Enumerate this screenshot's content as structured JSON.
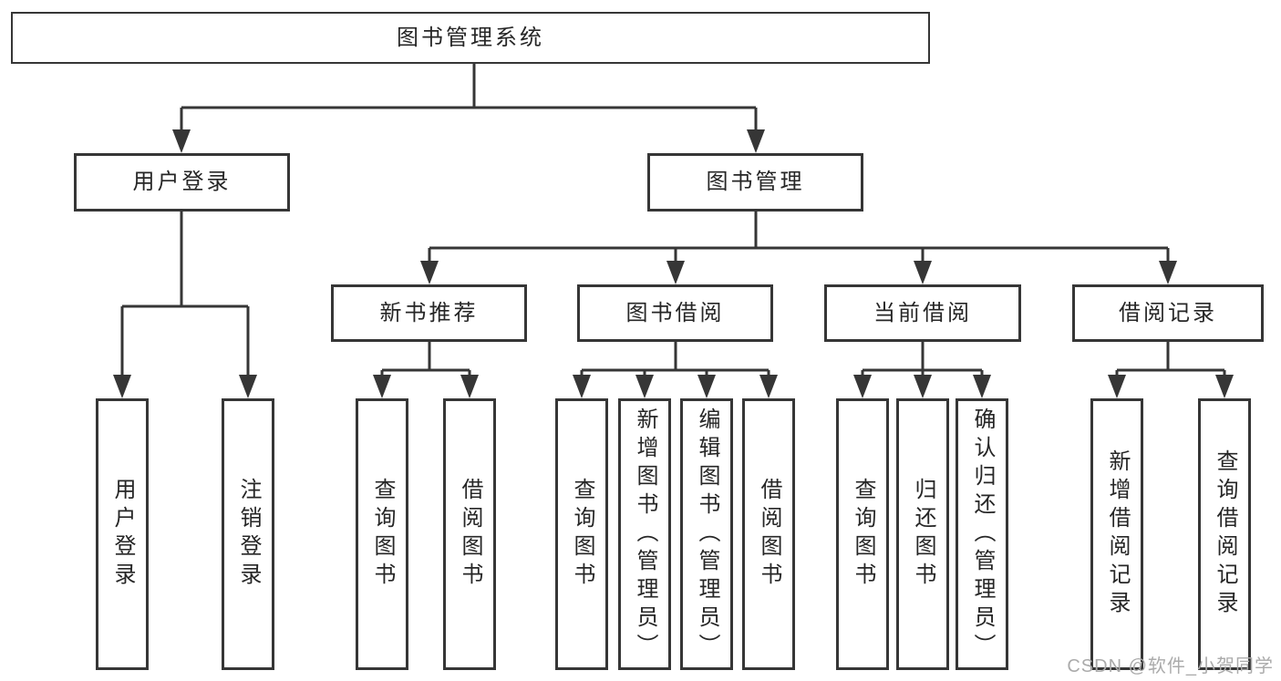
{
  "diagram": {
    "watermark": "CSDN @软件_小贺同学",
    "colors": {
      "line": "#363636",
      "box_border": "#363636",
      "text": "#262626",
      "background": "#ffffff",
      "watermark": "#ababab"
    },
    "root": {
      "label": "图书管理系统"
    },
    "branches": [
      {
        "label": "用户登录",
        "children": [
          {
            "label": "用户登录"
          },
          {
            "label": "注销登录"
          }
        ]
      },
      {
        "label": "图书管理",
        "children": [
          {
            "label": "新书推荐",
            "children": [
              {
                "label": "查询图书"
              },
              {
                "label": "借阅图书"
              }
            ]
          },
          {
            "label": "图书借阅",
            "children": [
              {
                "label": "查询图书"
              },
              {
                "label": "新增图书（管理员）"
              },
              {
                "label": "编辑图书（管理员）"
              },
              {
                "label": "借阅图书"
              }
            ]
          },
          {
            "label": "当前借阅",
            "children": [
              {
                "label": "查询图书"
              },
              {
                "label": "归还图书"
              },
              {
                "label": "确认归还（管理员）"
              }
            ]
          },
          {
            "label": "借阅记录",
            "children": [
              {
                "label": "新增借阅记录"
              },
              {
                "label": "查询借阅记录"
              }
            ]
          }
        ]
      }
    ]
  }
}
